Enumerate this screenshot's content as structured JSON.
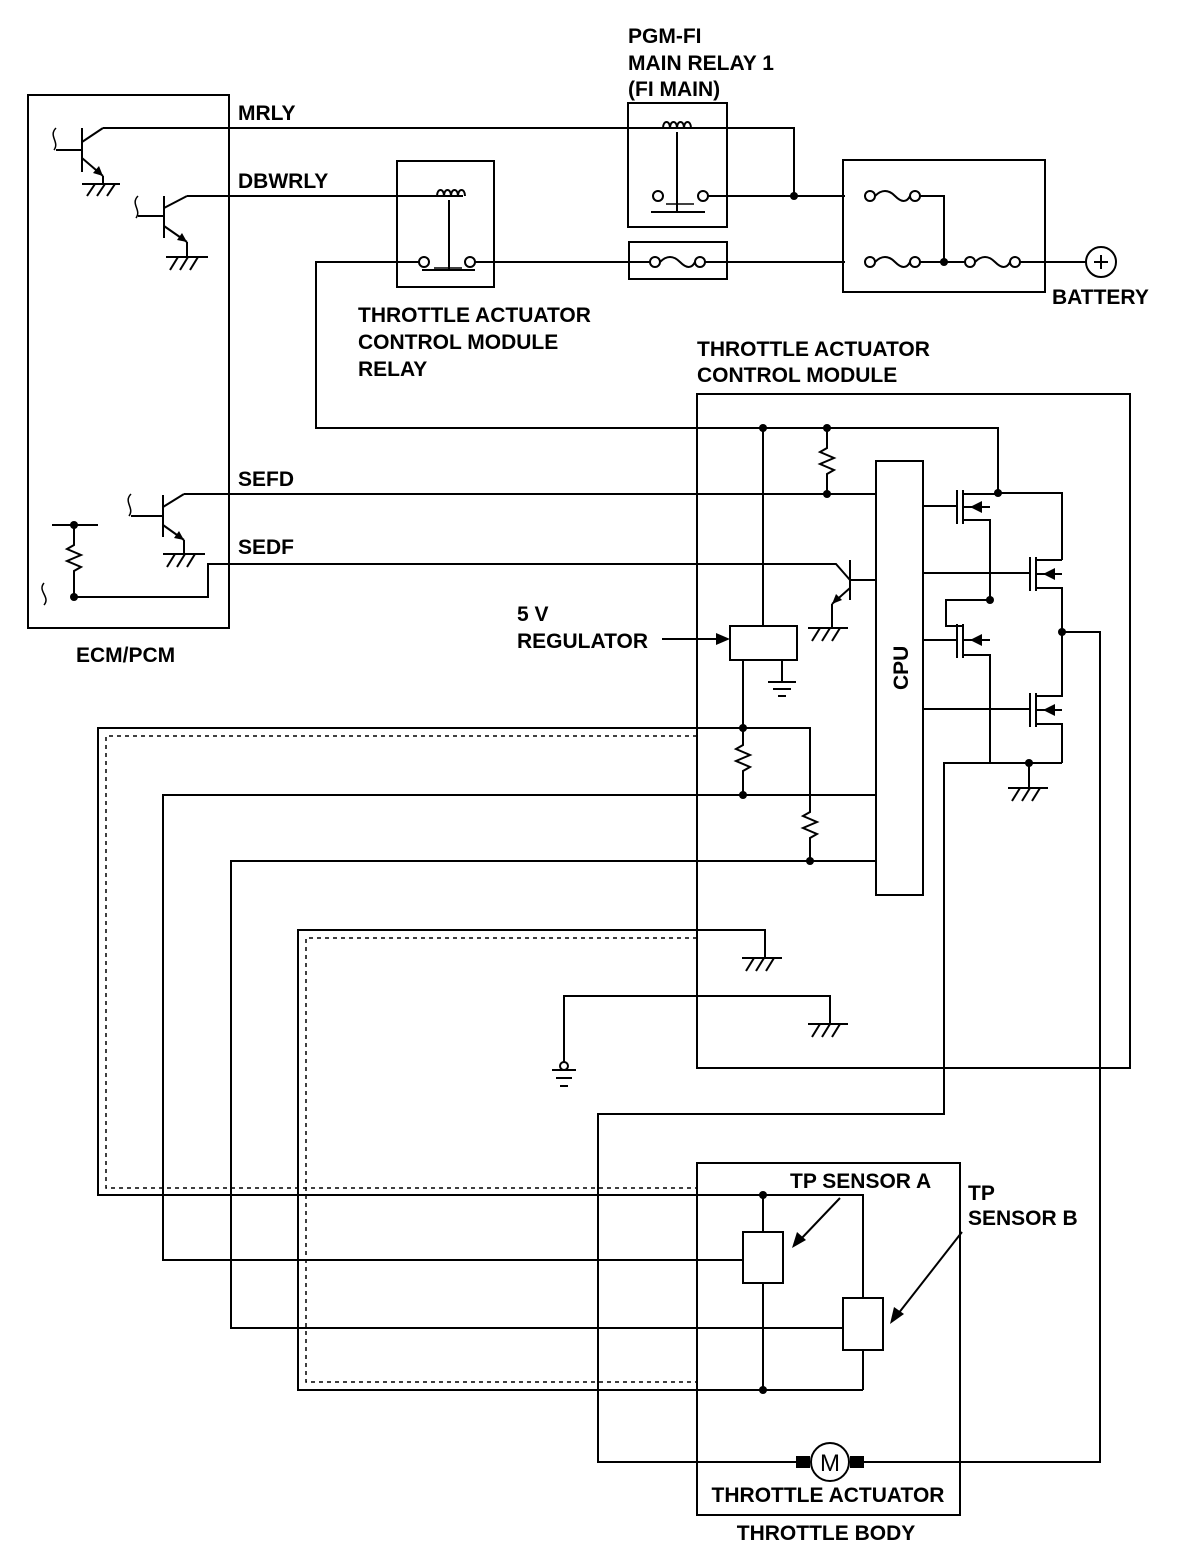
{
  "labels": {
    "pgm_fi": "PGM-FI",
    "main_relay": "MAIN RELAY 1",
    "fi_main": "(FI MAIN)",
    "mrly": "MRLY",
    "dbwrly": "DBWRLY",
    "relay_l1": "THROTTLE ACTUATOR",
    "relay_l2": "CONTROL MODULE",
    "relay_l3": "RELAY",
    "battery": "BATTERY",
    "tacm_l1": "THROTTLE ACTUATOR",
    "tacm_l2": "CONTROL MODULE",
    "sefd": "SEFD",
    "sedf": "SEDF",
    "reg_l1": "5 V",
    "reg_l2": "REGULATOR",
    "ecm": "ECM/PCM",
    "cpu": "CPU",
    "tp_a": "TP SENSOR A",
    "tp_b_l1": "TP",
    "tp_b_l2": "SENSOR B",
    "motor": "M",
    "actuator": "THROTTLE ACTUATOR",
    "body": "THROTTLE BODY",
    "plus": "+"
  }
}
